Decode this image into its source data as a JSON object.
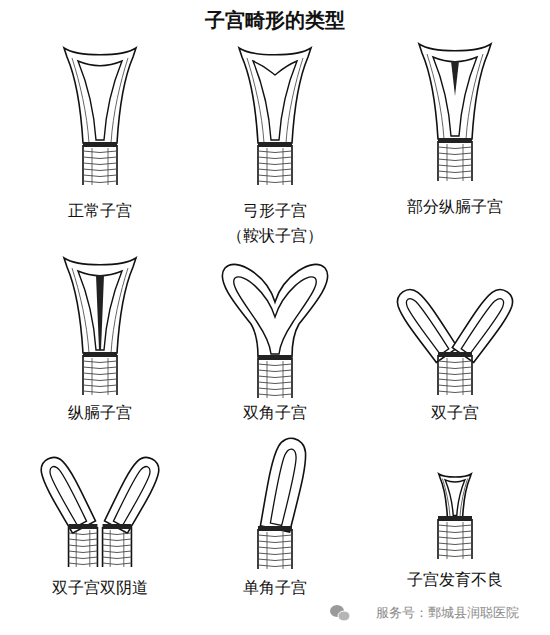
{
  "diagram": {
    "title": "子宫畸形的类型",
    "labels": [
      "正常子宫",
      "弓形子宫",
      "（鞍状子宫）",
      "部分纵膈子宫",
      "纵膈子宫",
      "双角子宫",
      "双子宫",
      "双子宫双阴道",
      "单角子宫",
      "子宫发育不良",
      "服务号：鄄城县润聪医院"
    ]
  }
}
